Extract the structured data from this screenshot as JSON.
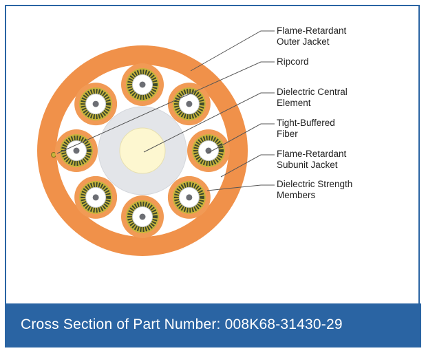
{
  "labels": [
    {
      "line1": "Flame-Retardant",
      "line2": "Outer Jacket"
    },
    {
      "line1": "Ripcord",
      "line2": ""
    },
    {
      "line1": "Dielectric Central",
      "line2": "Element"
    },
    {
      "line1": "Tight-Buffered",
      "line2": "Fiber"
    },
    {
      "line1": "Flame-Retardant",
      "line2": "Subunit Jacket"
    },
    {
      "line1": "Dielectric Strength",
      "line2": "Members"
    }
  ],
  "caption": "Cross Section of Part Number: 008K68-31430-29",
  "colors": {
    "accent_blue": "#2a64a3",
    "jacket_orange": "#f0914a",
    "subunit_orange": "#f19a55",
    "aramid_yellow": "#c8b43c",
    "aramid_dark": "#3d4a2c",
    "central_element": "#fdf7d0",
    "central_buffer": "#e3e5e9",
    "fiber_core": "#6c6e74"
  }
}
